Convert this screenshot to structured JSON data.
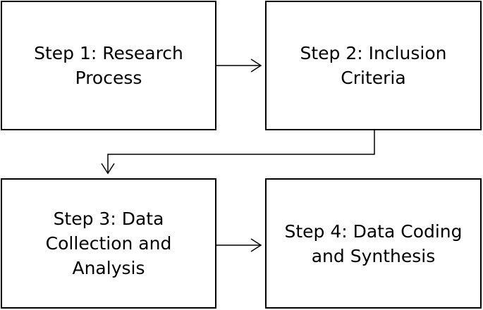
{
  "diagram": {
    "steps": [
      {
        "label": "Step 1: Research\nProcess"
      },
      {
        "label": "Step 2: Inclusion\nCriteria"
      },
      {
        "label": "Step 3: Data\nCollection and\nAnalysis"
      },
      {
        "label": "Step 4: Data Coding\nand Synthesis"
      }
    ],
    "flow": [
      {
        "from": 1,
        "to": 2
      },
      {
        "from": 2,
        "to": 3
      },
      {
        "from": 3,
        "to": 4
      }
    ],
    "colors": {
      "stroke": "#000000",
      "background": "#ffffff"
    }
  }
}
